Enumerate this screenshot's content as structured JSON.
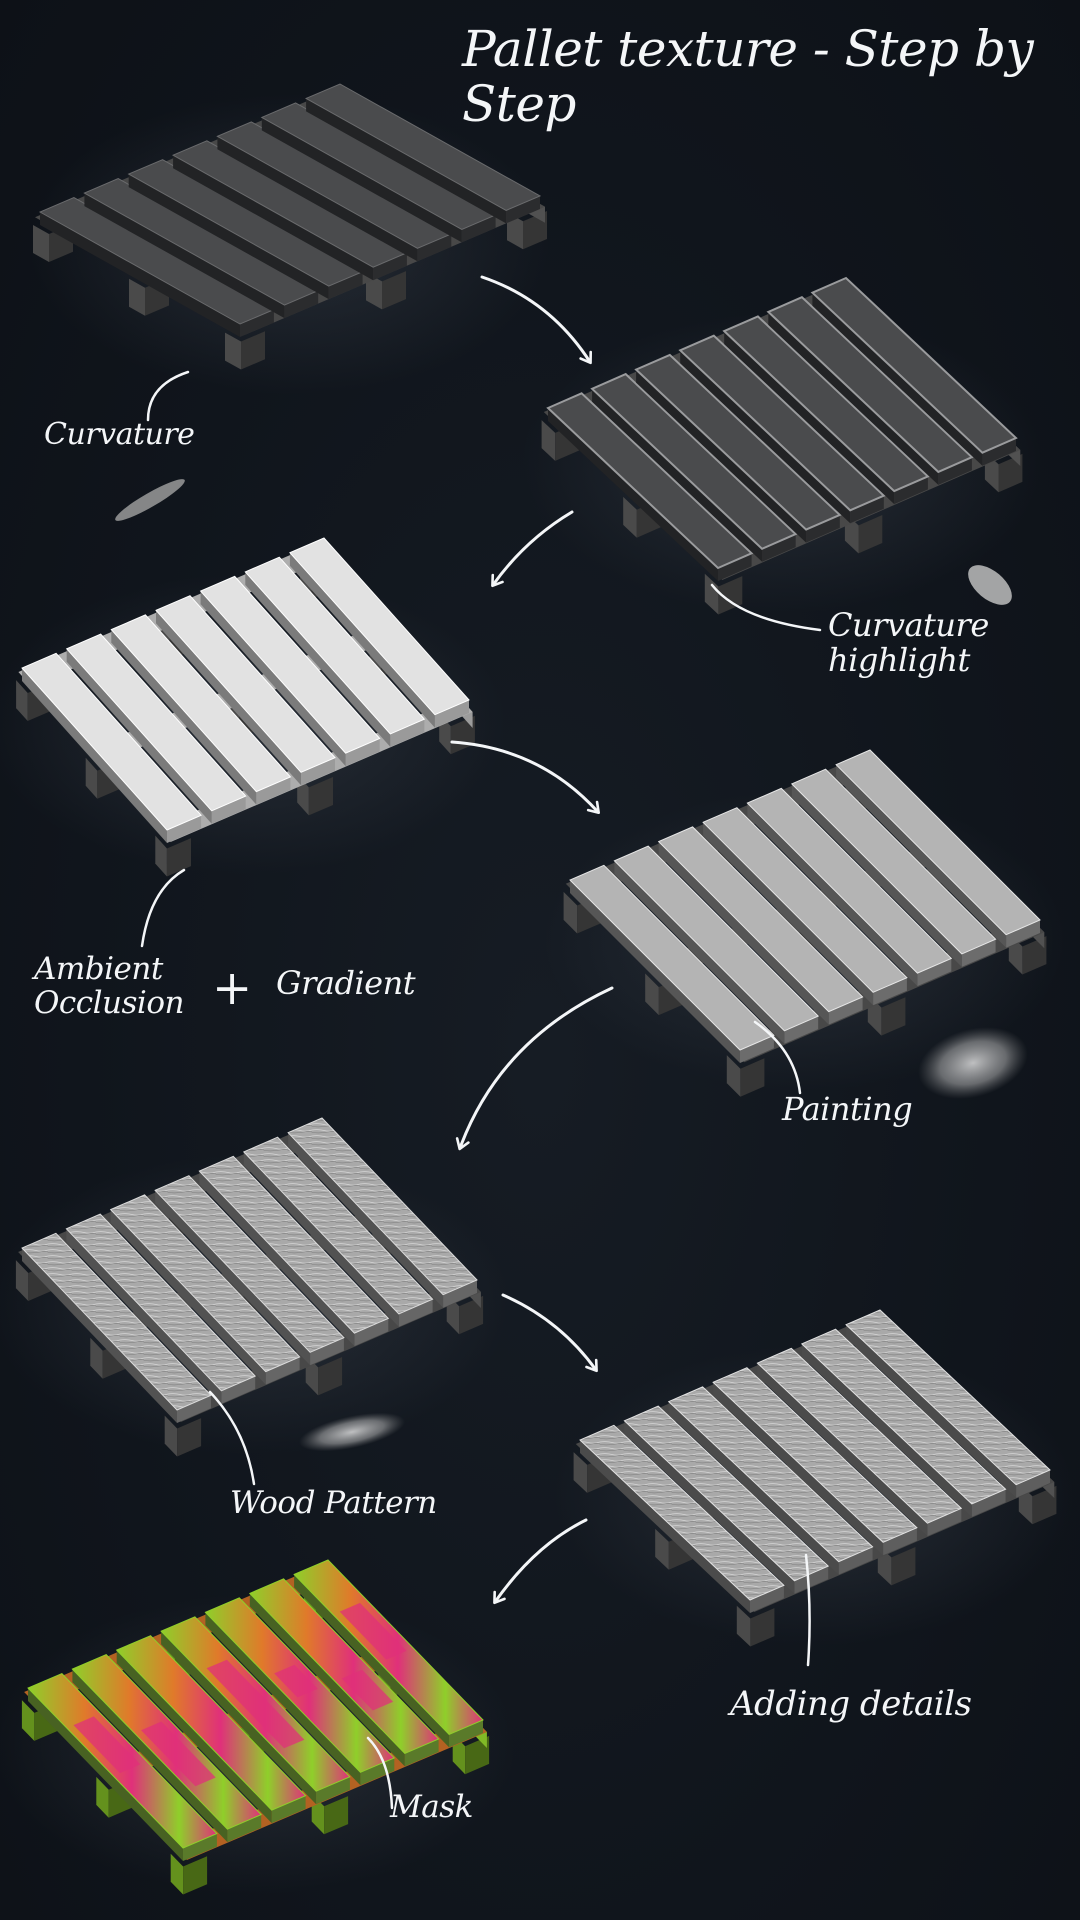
{
  "title": "Pallet texture - Step by Step",
  "steps": [
    {
      "id": "curvature",
      "label": "Curvature",
      "style": "curvature"
    },
    {
      "id": "curvature-highlight",
      "label": "Curvature\nhighlight",
      "style": "highlight"
    },
    {
      "id": "ambient-occlusion",
      "label": "Ambient\nOcclusion",
      "extra_label": "Gradient",
      "joiner": "+",
      "style": "ao"
    },
    {
      "id": "painting",
      "label": "Painting",
      "style": "painting"
    },
    {
      "id": "wood-pattern",
      "label": "Wood Pattern",
      "style": "wood"
    },
    {
      "id": "adding-details",
      "label": "Adding details",
      "style": "details"
    },
    {
      "id": "mask",
      "label": "Mask",
      "style": "mask"
    }
  ],
  "colors": {
    "background": "#11161d",
    "ink": "#f4f6f8",
    "curvature_plank": "#4a4b4d",
    "ao_plank": "#e2e2e2",
    "wood_plank": "#a9a9a9",
    "mask_green": "#8fcf2a",
    "mask_magenta": "#e0307a",
    "mask_orange": "#e07a2a"
  }
}
